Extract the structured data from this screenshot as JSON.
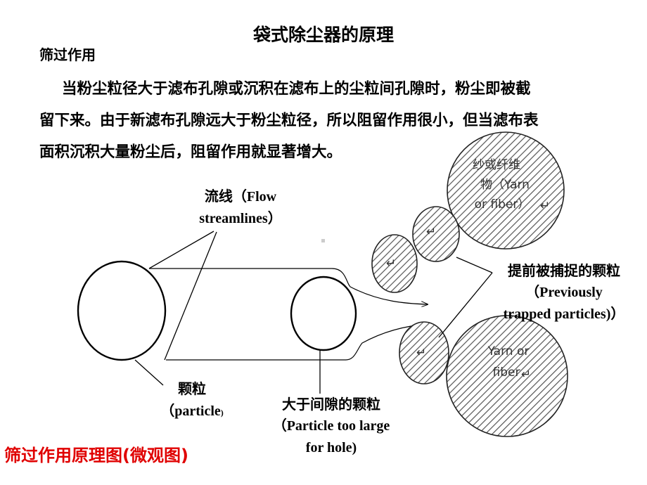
{
  "title": "袋式除尘器的原理",
  "section_heading": "筛过作用",
  "paragraph_lines": [
    "当粉尘粒径大于滤布孔隙或沉积在滤布上的尘粒间孔隙时，粉尘即被截",
    "留下来。由于新滤布孔隙远大于粉尘粒径，所以阻留作用很小，但当滤布表",
    "面积沉积大量粉尘后，阻留作用就显著增大。"
  ],
  "labels": {
    "flow_cn": "流线（",
    "flow_en1": "Flow",
    "flow_en2": "streamlines）",
    "particle_cn": "颗粒",
    "particle_en": "（particle",
    "particle_close": ")",
    "large_cn": "大于间隙的颗粒",
    "large_en1": "（Particle too large",
    "large_en2": "for  hole)",
    "trapped_cn": "提前被捕捉的颗粒",
    "trapped_en1": "（Previously",
    "trapped_en2": "trapped particles)）",
    "fiber_top_1": "纱或纤维",
    "fiber_top_2": "物（Yarn",
    "fiber_top_3": "or fiber）",
    "fiber_top_mark": "↵",
    "fiber_bottom_1": "Yarn or",
    "fiber_bottom_2": "fiber",
    "fiber_bottom_mark": "↵",
    "small_mark": "↵"
  },
  "caption": "筛过作用原理图(微观图)",
  "colors": {
    "caption": "#e00000",
    "hatch": "#555555"
  }
}
